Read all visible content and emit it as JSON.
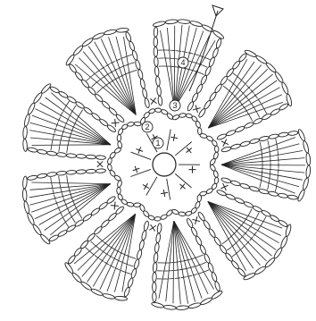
{
  "diagram": {
    "ink_color": "#222222",
    "background": "#ffffff",
    "petal_count": 9,
    "round_markers": [
      {
        "label": "1"
      },
      {
        "label": "2"
      },
      {
        "label": "3"
      },
      {
        "label": "4"
      }
    ],
    "symbols": {
      "center": "magic-ring",
      "stitches": [
        "chain",
        "single-crochet",
        "treble-crochet",
        "slip-stitch"
      ],
      "end": "fasten-off-arrow"
    }
  }
}
